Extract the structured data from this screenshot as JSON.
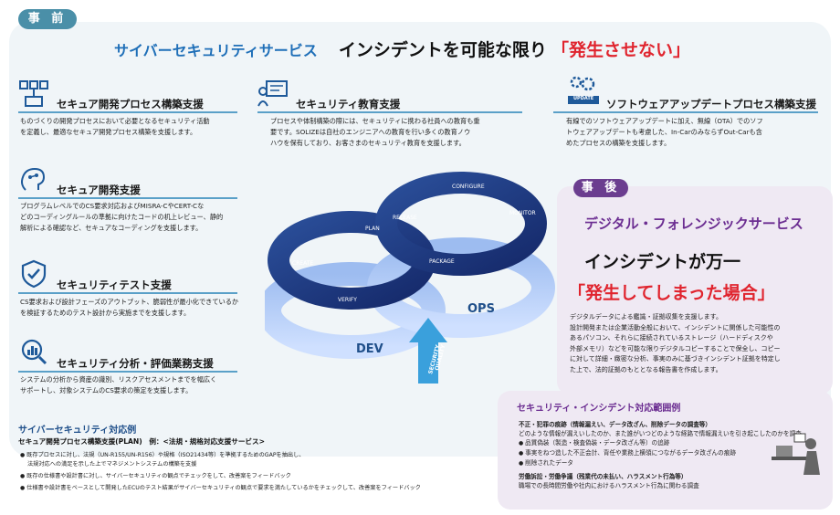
{
  "pre_tag": "事 前",
  "headline": {
    "service": "サイバーセキュリティサービス",
    "lead": "インシデントを可能な限り",
    "emph": "「発生させない」"
  },
  "services": [
    {
      "title": "セキュア開発プロセス構築支援",
      "icon": "process-icon",
      "body": [
        "ものづくりの開発プロセスにおいて必要となるセキュリティ活動",
        "を定義し、最適なセキュア開発プロセス構築を支援します。"
      ]
    },
    {
      "title": "セキュリティ教育支援",
      "icon": "teacher-icon",
      "body": [
        "プロセスや体制構築の際には、セキュリティに携わる社員への教育も重",
        "要です。SOLIZEは自社のエンジニアへの教育を行い多くの教育ノウ",
        "ハウを保有しており、お客さまのセキュリティ教育を支援します。"
      ]
    },
    {
      "title": "ソフトウェアアップデートプロセス構築支援",
      "icon": "update-gear-icon",
      "icon_label": "UPDATE",
      "body": [
        "有線でのソフトウェアアップデートに加え、無線（OTA）でのソフ",
        "トウェアアップデートも考慮した、In-CarのみならずOut-Carも含",
        "めたプロセスの構築を支援します。"
      ]
    },
    {
      "title": "セキュア開発支援",
      "icon": "brain-circuit-icon",
      "body": [
        "プログラムレベルでのCS要求対応およびMISRA-CやCERT-Cな",
        "どのコーディングルールの準拠に向けたコードの机上レビュー、静的",
        "解析による確認など、セキュアなコーディングを支援します。"
      ]
    },
    {
      "title": "セキュリティテスト支援",
      "icon": "shield-check-icon",
      "body": [
        "CS要求および設計フェーズのアウトプット、脆弱性が最小化できているか",
        "を検証するためのテスト設計から実施までを支援します。"
      ]
    },
    {
      "title": "セキュリティ分析・評価業務支援",
      "icon": "analysis-chart-icon",
      "body": [
        "システムの分析から資産の識別、リスクアセスメントまでを幅広く",
        "サポートし、対象システムのCS要求の策定を支援します。"
      ]
    }
  ],
  "example": {
    "title": "サイバーセキュリティ対応例",
    "subtitle": "セキュア開発プロセス構築支援(PLAN)　例：<法規・規格対応支援サービス>",
    "items": [
      "既存プロセスに対し、法規（UN-R155/UN-R156）や規格（ISO21434等）を準拠するためのGAPを抽出し、",
      "法規対応への満足を示した上でマネジメントシステムの構築を支援",
      "既存の仕様書や設計書に対し、サイバーセキュリティの観点でチェックをして、改善案をフィードバック",
      "仕様書や設計書をベースとして開発したECUのテスト結果がサイバーセキュリティの観点で要求を満たしているかをチェックして、改善案をフィードバック"
    ]
  },
  "diagram": {
    "dev": "DEV",
    "ops": "OPS",
    "arrow": [
      "SECURITY",
      "QUALITY"
    ],
    "left_loop": [
      "PLAN",
      "CREATE",
      "VERIFY"
    ],
    "right_loop": [
      "CONFIGURE",
      "RELEASE",
      "MONITOR",
      "PACKAGE"
    ]
  },
  "post_tag": "事 後",
  "forensic": {
    "title": "デジタル・フォレンジックサービス",
    "lead": "インシデントが万一",
    "emph": "「発生してしまった場合」",
    "body": [
      "デジタルデータによる鑑識・証拠収集を支援します。",
      "設計開発または企業活動全般において、インシデントに関係した可能性の",
      "あるパソコン、それらに接続されているストレージ（ハードディスクや",
      "外部メモリ）などを可能な限りデジタルコピーすることで保全し、コピー",
      "に対して詳細・緻密な分析、事実のみに基づきインシデント証拠を特定し",
      "た上で、法的証拠のもととなる報告書を作成します。"
    ]
  },
  "scope": {
    "title": "セキュリティ・インシデント対応範囲例",
    "h1": "不正・犯罪の痕跡（情報漏えい、データ改ざん、削除データの調査等）",
    "h1_desc": "どのような情報が漏えいしたのか、また誰がいつどのような経路で情報漏えいを引き起こしたのかを調査",
    "bullets": [
      "品質偽装（製造・検査偽装・データ改ざん等）の追跡",
      "事実をねつ造した不正会計、背任や業務上横領につながるデータ改ざんの痕跡",
      "削除されたデータ"
    ],
    "h2": "労働訴訟・労働争議（残業代の未払い、ハラスメント行為等）",
    "h2_desc": "職場での長時間労働や社内におけるハラスメント行為に関わる調査"
  },
  "colors": {
    "accent_blue": "#1f6fb8",
    "emphasis_red": "#e0242e",
    "purple": "#6b2d91",
    "loop_dark": "#1e3a78",
    "loop_light": "#5b8fd6"
  }
}
